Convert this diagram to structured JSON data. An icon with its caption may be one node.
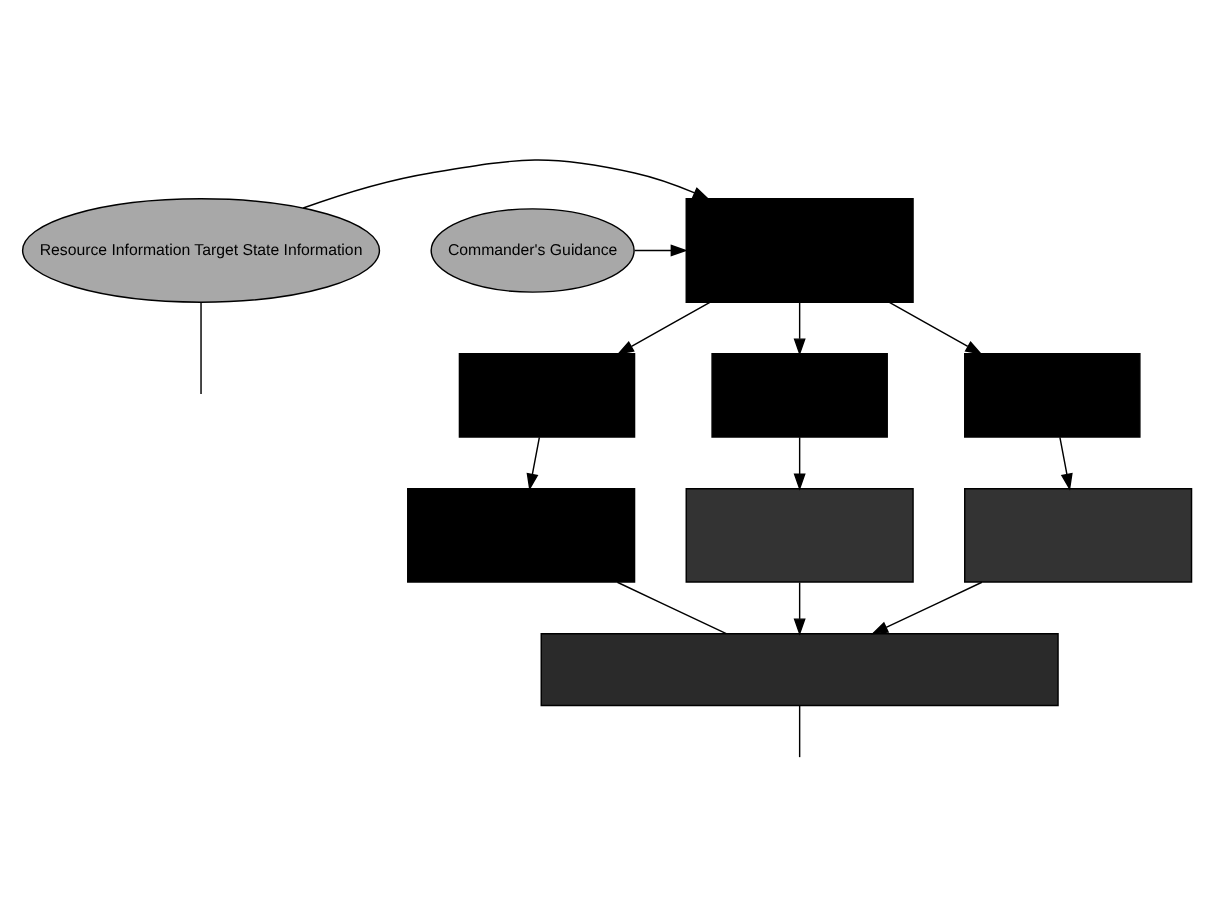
{
  "diagram": {
    "nodes": [
      {
        "text": [
          "Resource Information Target State Information"
        ]
      },
      {
        "text": [
          "Commander's Guidance"
        ]
      },
      {
        "text": [],
        "shape": "box"
      },
      {
        "text": [],
        "shape": "box"
      },
      {
        "text": [],
        "shape": "box"
      },
      {
        "text": [],
        "shape": "box"
      },
      {
        "text": [],
        "shape": "box"
      },
      {
        "text": [],
        "shape": "box"
      },
      {
        "text": [],
        "shape": "box"
      },
      {
        "text": [],
        "shape": "box"
      }
    ],
    "edges": [
      {
        "from": 0,
        "to": 2,
        "arrow": "to"
      },
      {
        "from": 1,
        "to": 2,
        "arrow": "to"
      },
      {
        "from": 2,
        "to": 3,
        "arrow": "to"
      },
      {
        "from": 2,
        "to": 4,
        "arrow": "to"
      },
      {
        "from": 2,
        "to": 5,
        "arrow": "to"
      },
      {
        "from": 3,
        "to": 6,
        "arrow": "to"
      },
      {
        "from": 4,
        "to": 7,
        "arrow": "to"
      },
      {
        "from": 5,
        "to": 8,
        "arrow": "to"
      },
      {
        "from": 6,
        "to": 9,
        "arrow": "none"
      },
      {
        "from": 7,
        "to": 9,
        "arrow": "to"
      },
      {
        "from": 8,
        "to": 9,
        "arrow": "to"
      },
      {
        "from": 0,
        "to": null,
        "arrow": "none"
      },
      {
        "from": 9,
        "to": null,
        "arrow": "none"
      }
    ]
  }
}
